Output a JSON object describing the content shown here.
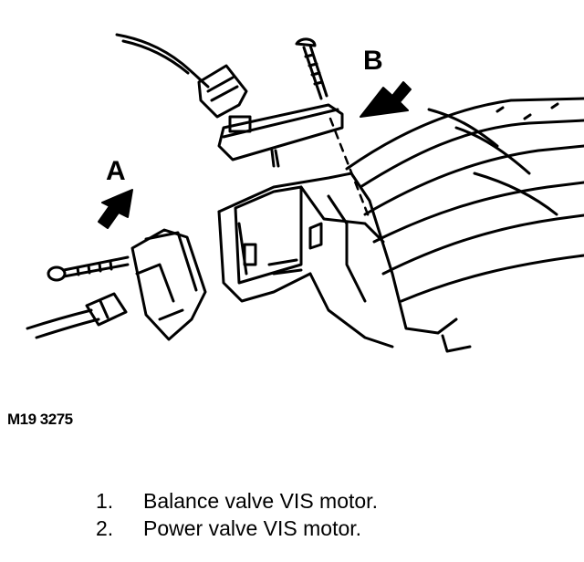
{
  "figure": {
    "callout_a": "A",
    "callout_b": "B",
    "code": "M19 3275"
  },
  "legend": [
    {
      "number": "1.",
      "text": "Balance valve VIS motor."
    },
    {
      "number": "2.",
      "text": "Power valve VIS motor."
    }
  ]
}
